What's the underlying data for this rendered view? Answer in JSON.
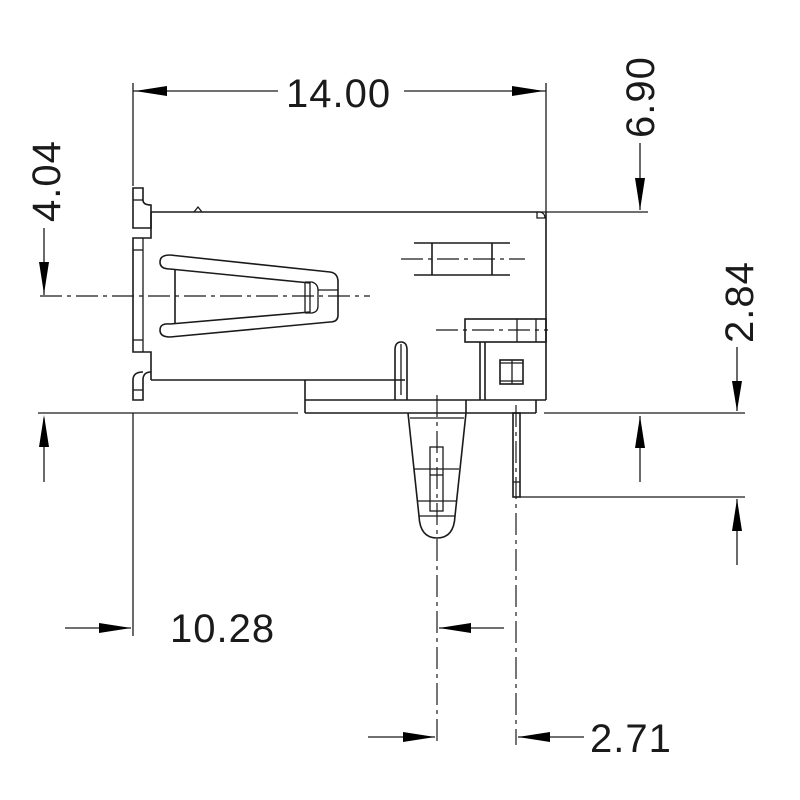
{
  "drawing": {
    "type": "mechanical-connector-side-view",
    "line_color": "#1a1a1a",
    "background": "#ffffff"
  },
  "dimensions": {
    "overall_width": {
      "label": "14.00",
      "orientation": "horizontal"
    },
    "top_height": {
      "label": "6.90",
      "orientation": "vertical"
    },
    "center_height": {
      "label": "4.04",
      "orientation": "vertical"
    },
    "pin_offset_height": {
      "label": "2.84",
      "orientation": "vertical"
    },
    "pin_position": {
      "label": "10.28",
      "orientation": "horizontal"
    },
    "pin_pitch": {
      "label": "2.71",
      "orientation": "horizontal"
    }
  }
}
